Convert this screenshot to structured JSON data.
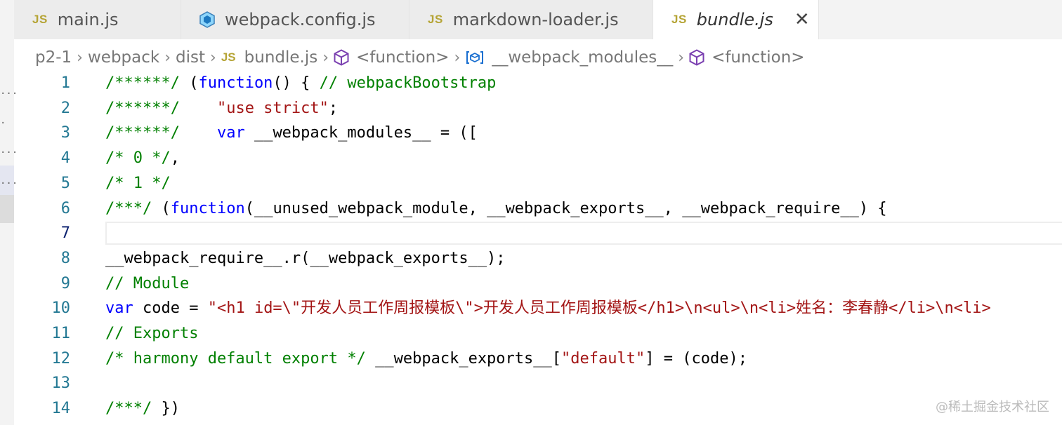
{
  "tabs": [
    {
      "icon": "js-icon",
      "icon_text": "JS",
      "label": "main.js",
      "active": false
    },
    {
      "icon": "webpack-cube-icon",
      "label": "webpack.config.js",
      "active": false
    },
    {
      "icon": "js-icon",
      "icon_text": "JS",
      "label": "markdown-loader.js",
      "active": false
    },
    {
      "icon": "js-icon",
      "icon_text": "JS",
      "label": "bundle.js",
      "active": true
    }
  ],
  "breadcrumb": {
    "items": [
      {
        "label": "p2-1"
      },
      {
        "label": "webpack"
      },
      {
        "label": "dist"
      },
      {
        "icon": "js-icon",
        "icon_text": "JS",
        "label": "bundle.js"
      },
      {
        "icon": "function-cube-icon",
        "label": "<function>"
      },
      {
        "icon": "variable-icon",
        "label": "__webpack_modules__"
      },
      {
        "icon": "function-cube-icon",
        "label": "<function>"
      }
    ],
    "separator": "›"
  },
  "editor": {
    "current_line": 7,
    "lines": [
      {
        "n": "1",
        "tokens": [
          {
            "t": "/******/ ",
            "c": "comment"
          },
          {
            "t": "(",
            "c": "plain"
          },
          {
            "t": "function",
            "c": "keyword"
          },
          {
            "t": "() { ",
            "c": "plain"
          },
          {
            "t": "// webpackBootstrap",
            "c": "comment"
          }
        ]
      },
      {
        "n": "2",
        "tokens": [
          {
            "t": "/******/    ",
            "c": "comment"
          },
          {
            "t": "\"use strict\"",
            "c": "string"
          },
          {
            "t": ";",
            "c": "plain"
          }
        ]
      },
      {
        "n": "3",
        "tokens": [
          {
            "t": "/******/    ",
            "c": "comment"
          },
          {
            "t": "var",
            "c": "keyword"
          },
          {
            "t": " __webpack_modules__ = ([",
            "c": "plain"
          }
        ]
      },
      {
        "n": "4",
        "tokens": [
          {
            "t": "/* 0 */",
            "c": "comment"
          },
          {
            "t": ",",
            "c": "plain"
          }
        ]
      },
      {
        "n": "5",
        "tokens": [
          {
            "t": "/* 1 */",
            "c": "comment"
          }
        ]
      },
      {
        "n": "6",
        "tokens": [
          {
            "t": "/***/ ",
            "c": "comment"
          },
          {
            "t": "(",
            "c": "plain"
          },
          {
            "t": "function",
            "c": "keyword"
          },
          {
            "t": "(__unused_webpack_module, __webpack_exports__, __webpack_require__) {",
            "c": "plain"
          }
        ]
      },
      {
        "n": "7",
        "tokens": []
      },
      {
        "n": "8",
        "tokens": [
          {
            "t": "__webpack_require__.r(__webpack_exports__);",
            "c": "plain"
          }
        ]
      },
      {
        "n": "9",
        "tokens": [
          {
            "t": "// Module",
            "c": "comment"
          }
        ]
      },
      {
        "n": "10",
        "tokens": [
          {
            "t": "var",
            "c": "keyword"
          },
          {
            "t": " code = ",
            "c": "plain"
          },
          {
            "t": "\"<h1 id=\\\"开发人员工作周报模板\\\">开发人员工作周报模板</h1>\\n<ul>\\n<li>姓名：李春静</li>\\n<li>",
            "c": "string"
          }
        ]
      },
      {
        "n": "11",
        "tokens": [
          {
            "t": "// Exports",
            "c": "comment"
          }
        ]
      },
      {
        "n": "12",
        "tokens": [
          {
            "t": "/* harmony default export */",
            "c": "comment"
          },
          {
            "t": " __webpack_exports__[",
            "c": "plain"
          },
          {
            "t": "\"default\"",
            "c": "string"
          },
          {
            "t": "] = (code);",
            "c": "plain"
          }
        ]
      },
      {
        "n": "13",
        "tokens": []
      },
      {
        "n": "14",
        "tokens": [
          {
            "t": "/***/ ",
            "c": "comment"
          },
          {
            "t": "})",
            "c": "plain"
          }
        ]
      }
    ]
  },
  "left_strip_marks": [
    "...",
    ".",
    "...",
    "..."
  ],
  "watermark": "@稀土掘金技术社区",
  "colors": {
    "comment": "#008000",
    "keyword": "#0000ff",
    "string": "#a31515",
    "line_number": "#237893",
    "js_badge": "#b5a435",
    "webpack_icon": "#3a7fb8",
    "symbol_icon": "#7a3fb0"
  }
}
